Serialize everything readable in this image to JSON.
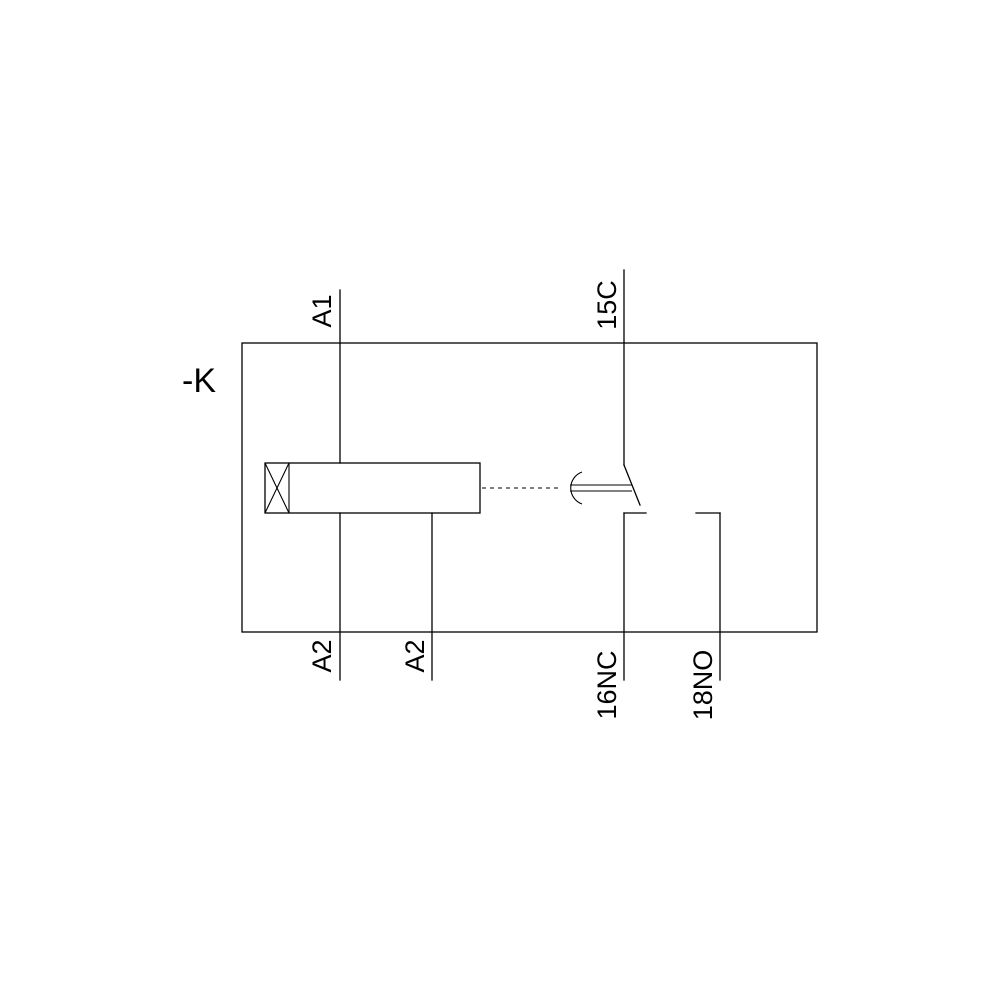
{
  "device": {
    "tag": "-K"
  },
  "terminals": {
    "a1": "A1",
    "a2_left": "A2",
    "a2_right": "A2",
    "c15": "15C",
    "nc16": "16NC",
    "no18": "18NO"
  }
}
